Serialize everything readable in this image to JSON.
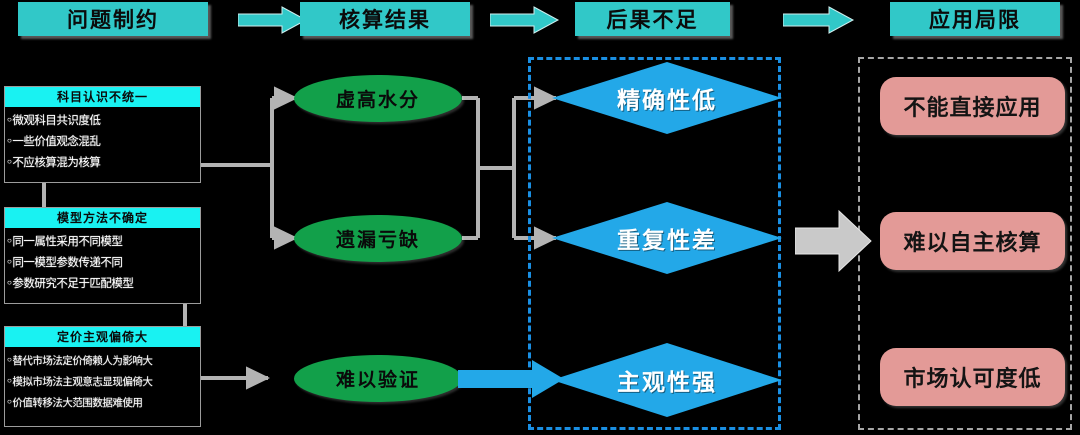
{
  "header": {
    "columns": [
      {
        "label": "问题制约",
        "name": "header-problem-constraints"
      },
      {
        "label": "核算结果",
        "name": "header-accounting-results"
      },
      {
        "label": "后果不足",
        "name": "header-consequence-deficiency"
      },
      {
        "label": "应用局限",
        "name": "header-application-limits"
      }
    ],
    "arrows": [
      "arrow-1",
      "arrow-2",
      "arrow-3"
    ]
  },
  "colors": {
    "header_teal": "#31c8c8",
    "card_title_cyan": "#19f2f2",
    "oval_green": "#12a04a",
    "diamond_blue": "#23a8e8",
    "pink_box": "#e39a97",
    "dashed_blue": "#1a8fe3",
    "dashed_gray": "#a6a6a6",
    "connector_gray": "#b3b3b3",
    "background": "#000000"
  },
  "constraints": [
    {
      "title": "科目认识不统一",
      "bullets": [
        "微观科目共识度低",
        "一些价值观念混乱",
        "不应核算混为核算"
      ]
    },
    {
      "title": "模型方法不确定",
      "bullets": [
        "同一属性采用不同模型",
        "同一模型参数传递不同",
        "参数研究不足于匹配模型"
      ]
    },
    {
      "title": "定价主观偏倚大",
      "bullets": [
        "替代市场法定价倚赖人为影响大",
        "模拟市场法主观意志显现偏倚大",
        "价值转移法大范围数据难使用"
      ]
    }
  ],
  "results": [
    {
      "label": "虚高水分",
      "name": "result-inflated-water"
    },
    {
      "label": "遗漏亏缺",
      "name": "result-omission-deficit"
    },
    {
      "label": "难以验证",
      "name": "result-hard-to-verify"
    }
  ],
  "consequences": [
    {
      "label": "精确性低",
      "name": "consequence-low-accuracy"
    },
    {
      "label": "重复性差",
      "name": "consequence-poor-repeatability"
    },
    {
      "label": "主观性强",
      "name": "consequence-high-subjectivity"
    }
  ],
  "limits": [
    {
      "label": "不能直接应用",
      "name": "limit-cannot-apply-directly"
    },
    {
      "label": "难以自主核算",
      "name": "limit-hard-to-self-account"
    },
    {
      "label": "市场认可度低",
      "name": "limit-low-market-acceptance"
    }
  ]
}
